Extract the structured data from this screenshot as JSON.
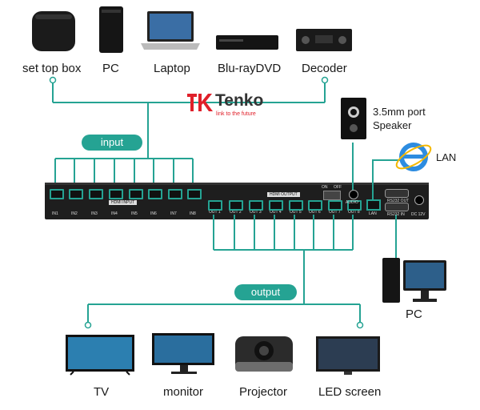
{
  "sources": [
    {
      "label": "set top box"
    },
    {
      "label": "PC"
    },
    {
      "label": "Laptop"
    },
    {
      "label": "Blu-rayDVD"
    },
    {
      "label": "Decoder"
    }
  ],
  "logo": {
    "name": "Tenko",
    "tagline": "link to the future"
  },
  "speaker": {
    "line1": "3.5mm port",
    "line2": "Speaker"
  },
  "lan": {
    "label": "LAN"
  },
  "input_label": "input",
  "output_label": "output",
  "pc_right": {
    "label": "PC"
  },
  "outputs": [
    {
      "label": "TV"
    },
    {
      "label": "monitor"
    },
    {
      "label": "Projector"
    },
    {
      "label": "LED screen"
    }
  ],
  "device": {
    "inputs": [
      "IN1",
      "IN2",
      "IN3",
      "IN4",
      "IN5",
      "IN6",
      "IN7",
      "IN8"
    ],
    "outs": [
      "OUT 1",
      "OUT 2",
      "OUT 3",
      "OUT 4",
      "OUT 5",
      "OUT 6",
      "OUT 7",
      "OUT 8"
    ],
    "hdmi_input": "HDMI INPUT",
    "hdmi_output": "HDMI OUTPUT",
    "on": "ON",
    "off": "OFF",
    "audio": "AUDIO",
    "lan_port": "LAN",
    "rs232_out": "RS232 OUT",
    "rs232_in": "RS232 IN",
    "dc": "DC 12V"
  },
  "colors": {
    "accent": "#25a393",
    "device": "#1e1e1e",
    "logo_red": "#e0202a"
  }
}
